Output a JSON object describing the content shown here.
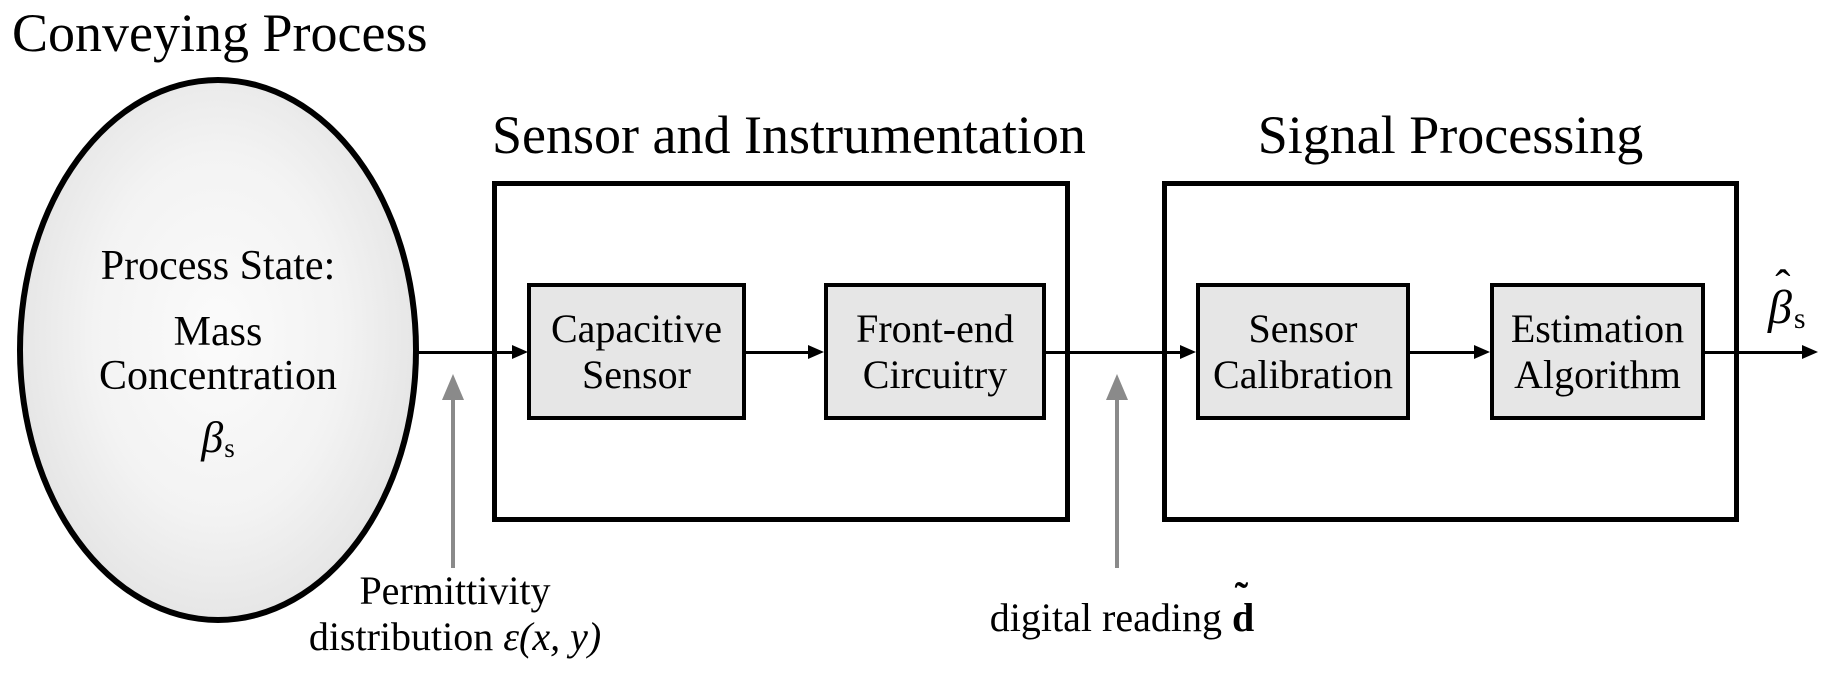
{
  "page": {
    "conveying_title": "Conveying Process"
  },
  "ellipse": {
    "line1": "Process State:",
    "line2": "Mass",
    "line3": "Concentration",
    "symbol": "β",
    "symbol_sub": "s"
  },
  "panels": [
    {
      "title": "Sensor and Instrumentation",
      "nodes": [
        {
          "lines": [
            "Capacitive",
            "Sensor"
          ]
        },
        {
          "lines": [
            "Front-end",
            "Circuitry"
          ]
        }
      ]
    },
    {
      "title": "Signal Processing",
      "nodes": [
        {
          "lines": [
            "Sensor",
            "Calibration"
          ]
        },
        {
          "lines": [
            "Estimation",
            "Algorithm"
          ]
        }
      ]
    }
  ],
  "annotations": {
    "permittivity": {
      "line1": "Permittivity",
      "line2_word": "distribution",
      "symbol": "ε",
      "args": "(x, y)"
    },
    "digital": {
      "text": "digital reading",
      "symbol": "d",
      "accent": "˜"
    }
  },
  "output": {
    "symbol": "β",
    "hat": "ˆ",
    "sub": "s"
  },
  "colors": {
    "node_fill": "#e6e6e6",
    "gray_arrow": "#8a8a8a",
    "line": "#000000",
    "background": "#ffffff"
  }
}
